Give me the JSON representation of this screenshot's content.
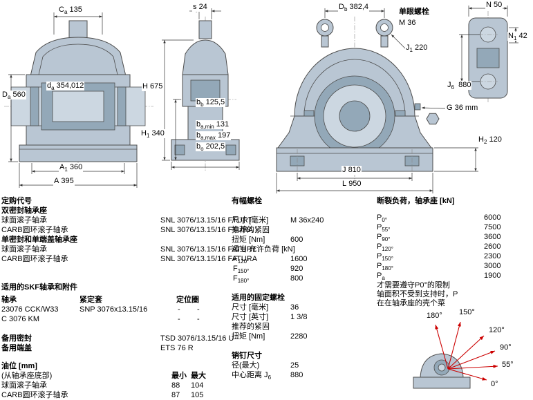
{
  "dims": {
    "ca": {
      "base": "C",
      "sub": "a",
      "value": "135"
    },
    "s": {
      "base": "s",
      "sub": "",
      "value": "24"
    },
    "db": {
      "base": "D",
      "sub": "b",
      "value": "382,4"
    },
    "n": {
      "base": "N",
      "sub": "",
      "value": "50"
    },
    "n1": {
      "base": "N",
      "sub": "1",
      "value": "42"
    },
    "da_outer": {
      "base": "D",
      "sub": "a",
      "value": "560"
    },
    "da_inner": {
      "base": "d",
      "sub": "a",
      "value": "354,012"
    },
    "h": {
      "base": "H",
      "sub": "",
      "value": "675"
    },
    "h1": {
      "base": "H",
      "sub": "1",
      "value": "340"
    },
    "h2": {
      "base": "H",
      "sub": "2",
      "value": "120"
    },
    "j1": {
      "base": "J",
      "sub": "1",
      "value": "220"
    },
    "j6": {
      "base": "J",
      "sub": "6",
      "value": "880"
    },
    "bb": {
      "base": "b",
      "sub": "b",
      "value": "125,5"
    },
    "bamin": {
      "base": "b",
      "sub": "a,min",
      "value": "131"
    },
    "bamax": {
      "base": "b",
      "sub": "a,max",
      "value": "197"
    },
    "bo": {
      "base": "b",
      "sub": "o",
      "value": "202,5"
    },
    "g": {
      "base": "G",
      "sub": "",
      "value": "36 mm"
    },
    "a1": {
      "base": "A",
      "sub": "1",
      "value": "360"
    },
    "a": {
      "base": "A",
      "sub": "",
      "value": "395"
    },
    "j": {
      "base": "J",
      "sub": "",
      "value": "810"
    },
    "l": {
      "base": "L",
      "sub": "",
      "value": "950"
    },
    "eyebolt_title": "单眼螺栓",
    "eyebolt_size": "M 36"
  },
  "order_codes": {
    "title": "定购代号",
    "double_seal_heading": "双密封轴承座",
    "double_seal_rows": [
      {
        "label": "球面滚子轴承",
        "code": "SNL 3076/13.15/16 FTURT"
      },
      {
        "label": "CARB圆环滚子轴承",
        "code": "SNL 3076/13.15/16 FTURA"
      }
    ],
    "single_seal_heading": "单密封和单端盖轴承座",
    "single_seal_rows": [
      {
        "label": "球面滚子轴承",
        "code": "SNL 3076/13.15/16 FATURT"
      },
      {
        "label": "CARB圆环滚子轴承",
        "code": "SNL 3076/13.15/16 FATURA"
      }
    ]
  },
  "skf_parts": {
    "title": "适用的SKF轴承和附件",
    "headers": {
      "bearing": "轴承",
      "sleeve": "紧定套",
      "ring": "定位圈"
    },
    "rows": [
      {
        "bearing": "23076 CCK/W33",
        "sleeve": "SNP 3076x13.15/16",
        "dash1": "-",
        "dash2": "-"
      },
      {
        "bearing": "C 3076 KM",
        "sleeve": "",
        "dash1": "-",
        "dash2": "-"
      }
    ],
    "spare_seal": {
      "label": "备用密封",
      "value": "TSD 3076/13.15/16 U"
    },
    "spare_cover": {
      "label": "备用端盖",
      "value": "ETS 76 R"
    }
  },
  "oil_level": {
    "title": "油位 [mm]",
    "subtitle": "(从轴承座底部)",
    "min_header": "最小",
    "max_header": "最大",
    "rows": [
      {
        "label": "球面滚子轴承",
        "min": "88",
        "max": "104"
      },
      {
        "label": "CARB圆环滚子轴承",
        "min": "87",
        "max": "105"
      }
    ]
  },
  "cap_bolts": {
    "title": "有幅螺栓",
    "size_label": "尺寸 [毫米]",
    "size_value": "M 36x240",
    "tighten_label": "推荐的紧固",
    "torque_label": "扭矩 [Nm]",
    "torque_value": "600",
    "load_heading": "适当 允许负荷 [kN]",
    "loads": [
      {
        "base": "F",
        "sub": "120°",
        "value": "1600"
      },
      {
        "base": "F",
        "sub": "150°",
        "value": "920"
      },
      {
        "base": "F",
        "sub": "180°",
        "value": "800"
      }
    ]
  },
  "foundation_bolts": {
    "title": "适用的固定螺栓",
    "size_mm_label": "尺寸 [毫米]",
    "size_mm_value": "36",
    "size_in_label": "尺寸 [英寸]",
    "size_in_value": "1 3/8",
    "tighten_label": "推荐的紧固",
    "torque_label": "扭矩 [Nm]",
    "torque_value": "2280"
  },
  "pins": {
    "title": "销钉尺寸",
    "dia_label": "径(最大)",
    "dia_value": "25",
    "cc_label": "中心距离 J",
    "cc_sub": "6",
    "cc_value": "880"
  },
  "breaking_load": {
    "title": "断裂负荷，轴承座 [kN]",
    "rows": [
      {
        "base": "P",
        "sub": "0°",
        "value": "6000"
      },
      {
        "base": "P",
        "sub": "55°",
        "value": "7500"
      },
      {
        "base": "P",
        "sub": "90°",
        "value": "3600"
      },
      {
        "base": "P",
        "sub": "120°",
        "value": "2600"
      },
      {
        "base": "P",
        "sub": "150°",
        "value": "2300"
      },
      {
        "base": "P",
        "sub": "180°",
        "value": "3000"
      },
      {
        "base": "P",
        "sub": "a",
        "value": "1900"
      }
    ],
    "note_lines": [
      "才需要遵守P0°的限制",
      "轴面积不受到支持时，P",
      "在在轴承座的壳个菜"
    ]
  },
  "load_angle_diagram": {
    "labels": [
      "180°",
      "150°",
      "120°",
      "90°",
      "55°",
      "0°"
    ]
  },
  "colors": {
    "drawing_fill": "#b9c6d3",
    "drawing_fill_dark": "#93a8b8",
    "drawing_fill_light": "#ccd7e1",
    "line": "#4d4d4d",
    "accent_red": "#cc0000"
  }
}
